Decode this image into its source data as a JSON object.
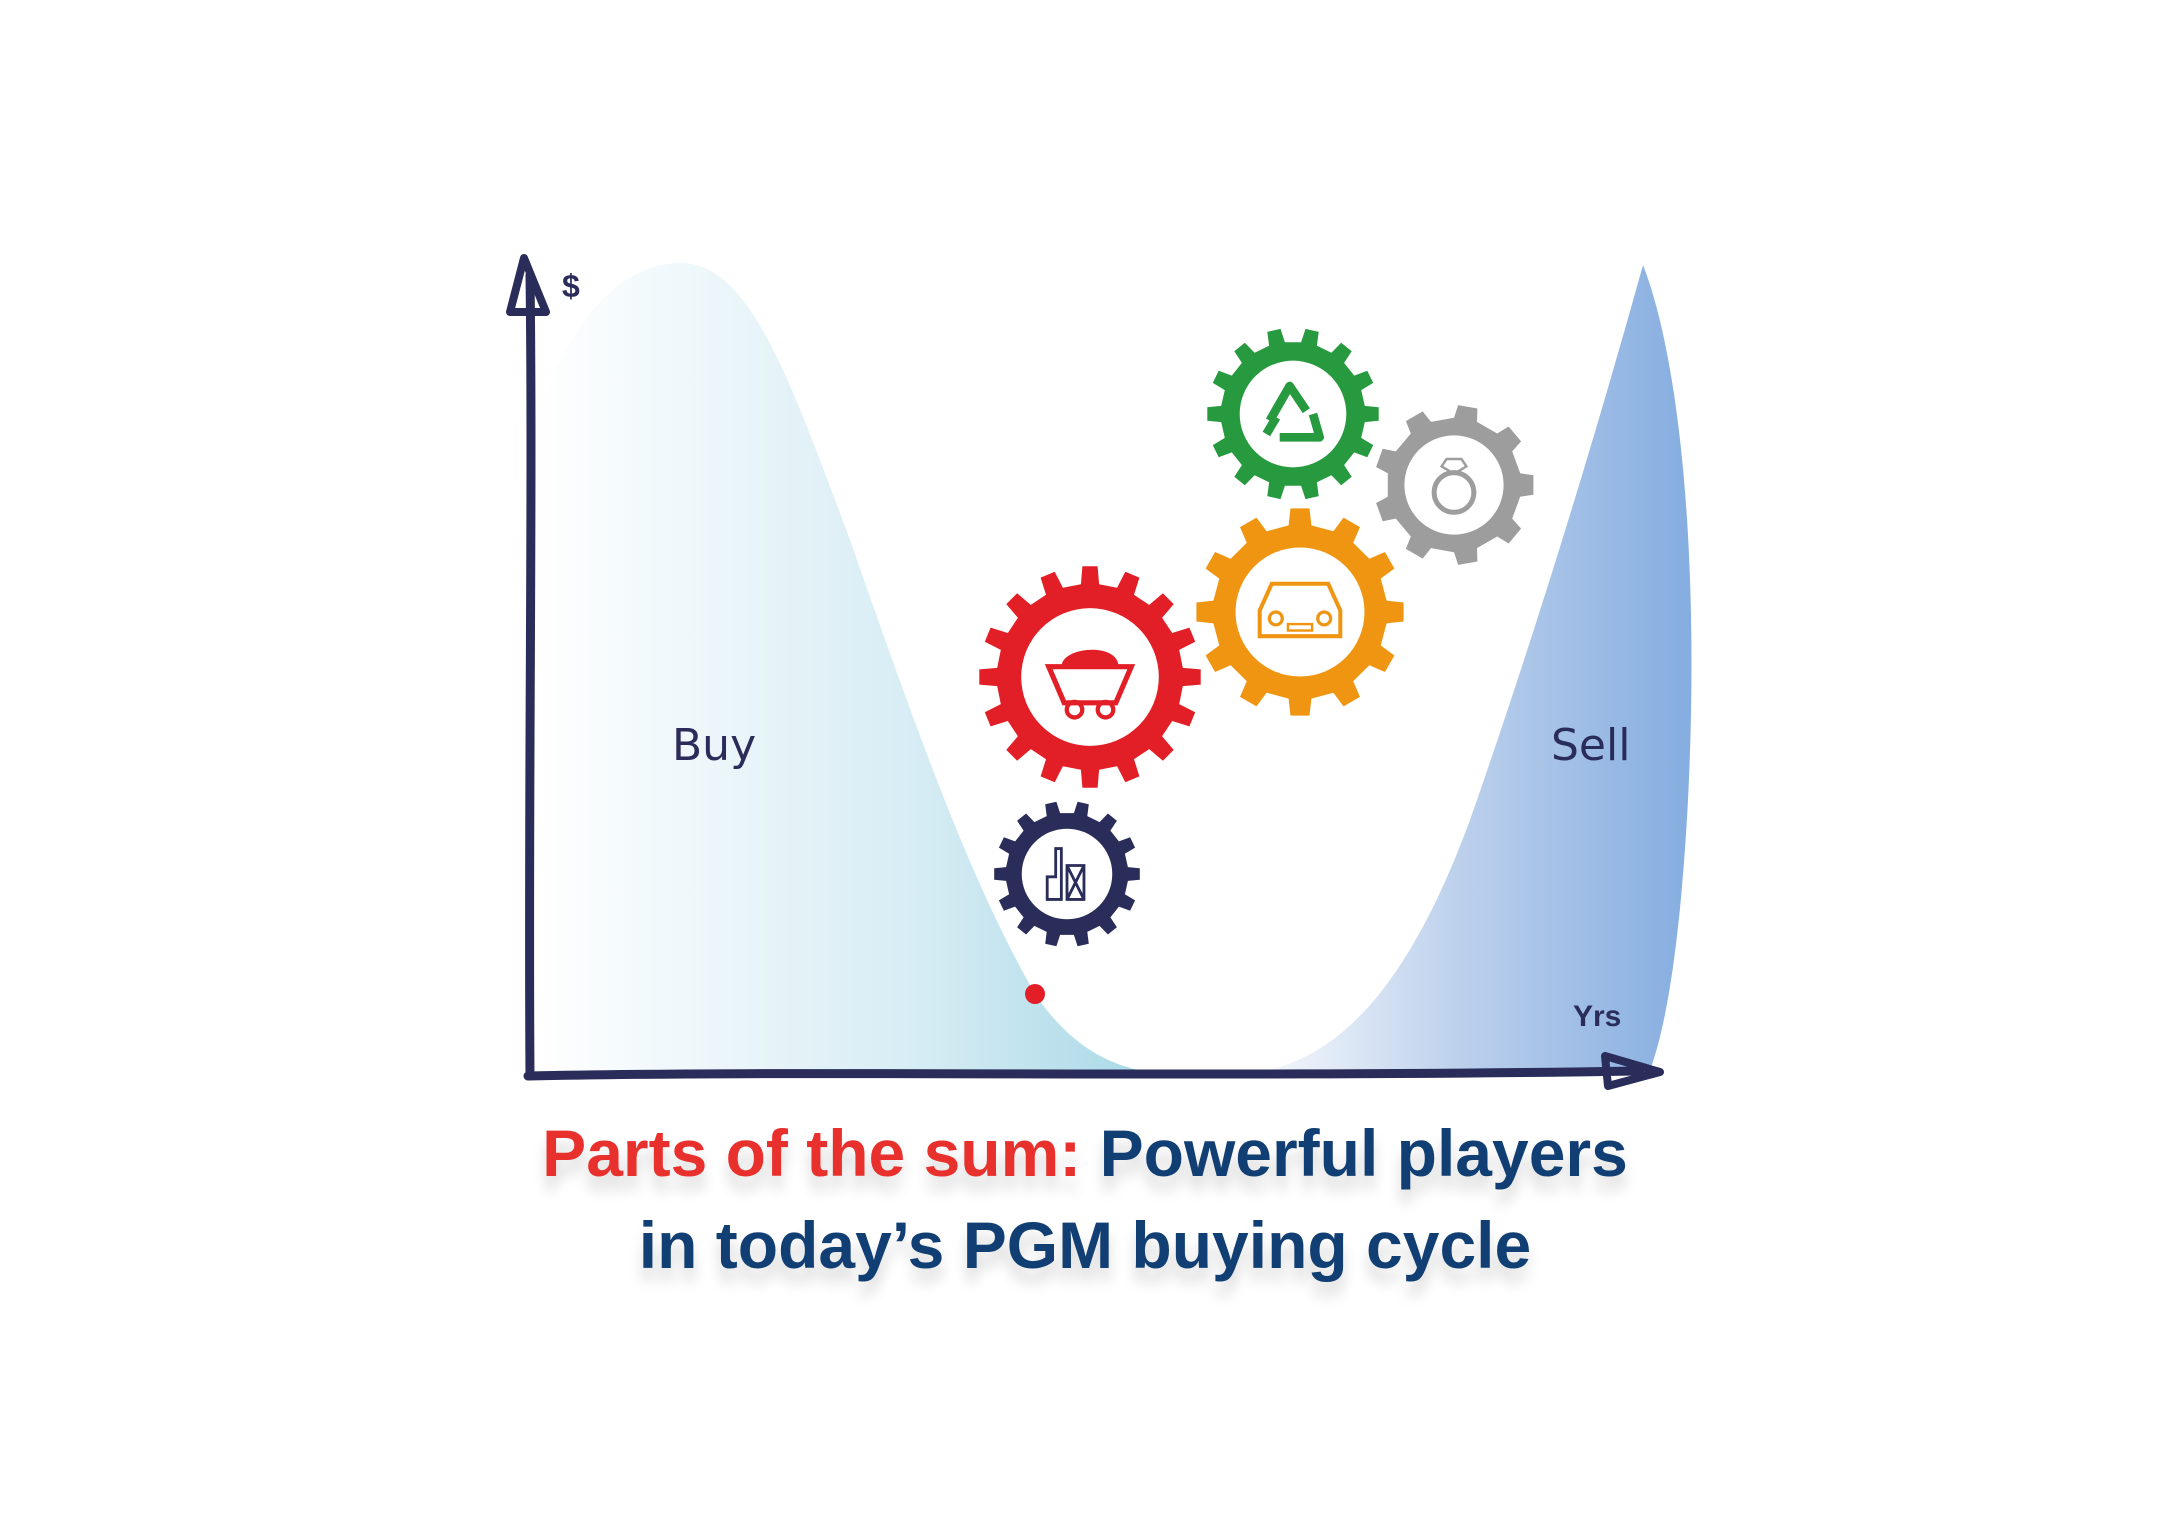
{
  "axes": {
    "y_label": "$",
    "x_label": "Yrs"
  },
  "regions": {
    "buy": "Buy",
    "sell": "Sell"
  },
  "gears": [
    {
      "name": "recycling",
      "icon": "recycle-icon",
      "color": "#27993f"
    },
    {
      "name": "jewellery",
      "icon": "ring-icon",
      "color": "#9d9d9d"
    },
    {
      "name": "automotive",
      "icon": "car-icon",
      "color": "#ef9512"
    },
    {
      "name": "mining",
      "icon": "mine-cart-icon",
      "color": "#e21f26"
    },
    {
      "name": "industrial",
      "icon": "factory-icon",
      "color": "#2a2d5a"
    }
  ],
  "title": {
    "highlight": "Parts of the sum:",
    "line1_rest": "Powerful players",
    "line2": "in today’s PGM buying cycle"
  },
  "colors": {
    "axis": "#2a2d5a",
    "accent_red": "#e8302c",
    "title_blue": "#123f73",
    "marker": "#e21f26"
  }
}
